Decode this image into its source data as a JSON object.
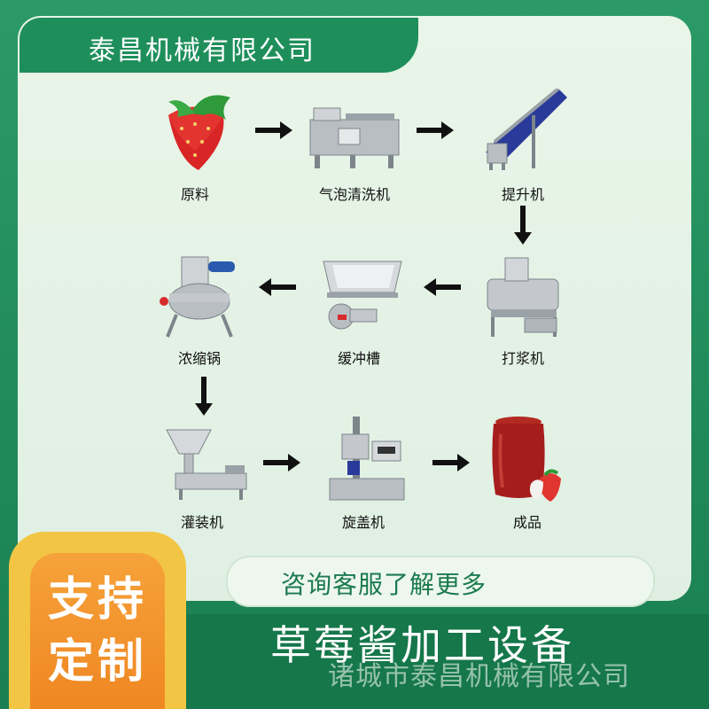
{
  "company": "泰昌机械有限公司",
  "steps": [
    {
      "label": "原料",
      "icon": "strawberry-icon"
    },
    {
      "label": "气泡清洗机",
      "icon": "bubble-washer-icon"
    },
    {
      "label": "提升机",
      "icon": "elevator-conveyor-icon"
    },
    {
      "label": "打浆机",
      "icon": "pulping-machine-icon"
    },
    {
      "label": "缓冲槽",
      "icon": "buffer-tank-icon"
    },
    {
      "label": "浓缩锅",
      "icon": "concentration-pot-icon"
    },
    {
      "label": "灌装机",
      "icon": "filling-machine-icon"
    },
    {
      "label": "旋盖机",
      "icon": "capping-machine-icon"
    },
    {
      "label": "成品",
      "icon": "jam-jar-icon"
    }
  ],
  "consult_text": "咨询客服了解更多",
  "badge": {
    "line1": "支持",
    "line2": "定制"
  },
  "title": "草莓酱加工设备",
  "watermark": "诸城市泰昌机械有限公司",
  "colors": {
    "primary_green": "#1e8f5b",
    "badge_orange": "#ef8722",
    "badge_yellow": "#f2c644"
  }
}
